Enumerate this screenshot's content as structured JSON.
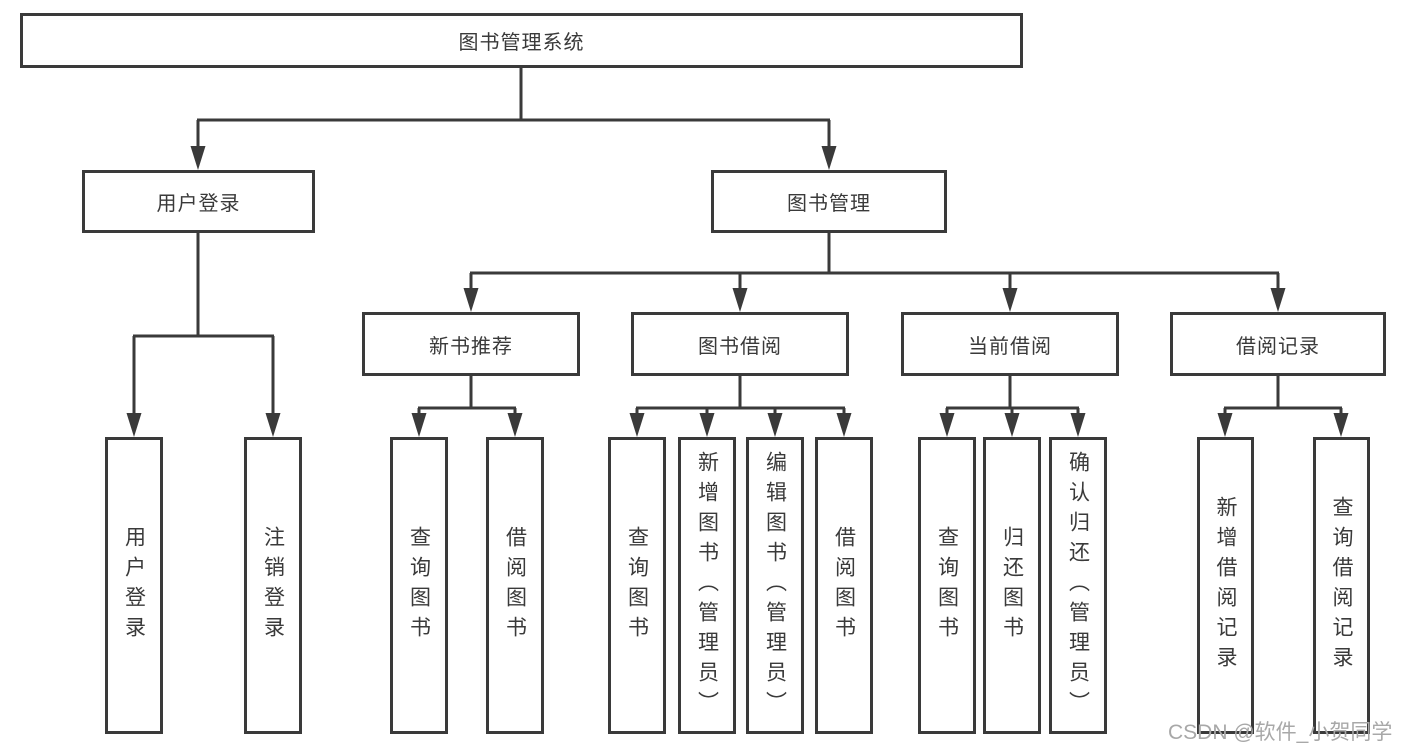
{
  "nodes": {
    "root": "图书管理系统",
    "user_login": "用户登录",
    "book_mgmt": "图书管理",
    "new_book_rec": "新书推荐",
    "book_borrow": "图书借阅",
    "current_borrow": "当前借阅",
    "borrow_records": "借阅记录",
    "ul_login": "用户登录",
    "ul_logout": "注销登录",
    "nb_query": "查询图书",
    "nb_borrow": "借阅图书",
    "bb_query": "查询图书",
    "bb_add": "新增图书（管理员）",
    "bb_edit": "编辑图书（管理员）",
    "bb_borrow": "借阅图书",
    "cb_query": "查询图书",
    "cb_return": "归还图书",
    "cb_confirm": "确认归还（管理员）",
    "br_add": "新增借阅记录",
    "br_query": "查询借阅记录"
  },
  "watermark": "CSDN @软件_小贺同学",
  "colors": {
    "line": "#3a3a3a",
    "text": "#3a3a3a",
    "background": "#ffffff",
    "watermark": "#a8a8a8"
  }
}
